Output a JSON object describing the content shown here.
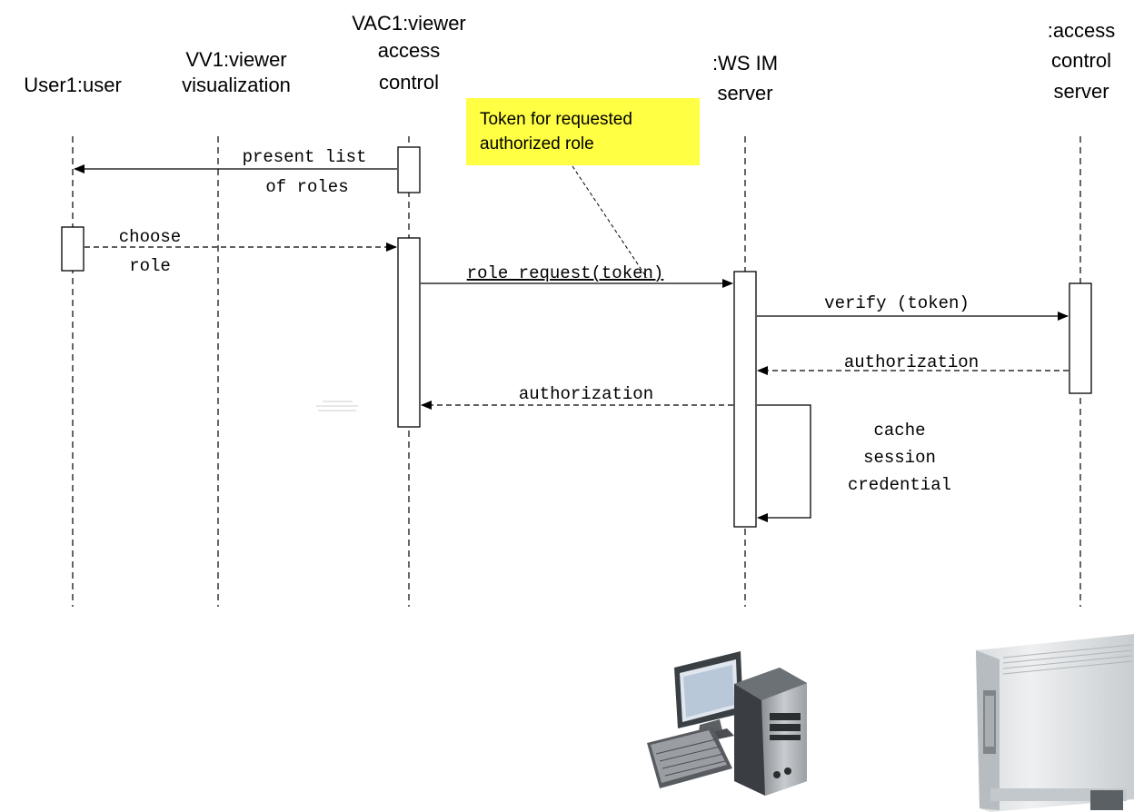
{
  "participants": {
    "user": {
      "lines": [
        "User1:user"
      ]
    },
    "visualization": {
      "lines": [
        "VV1:viewer",
        "visualization"
      ]
    },
    "access_control": {
      "lines": [
        "VAC1:viewer",
        "access",
        "control"
      ]
    },
    "ws_im_server": {
      "lines": [
        ":WS IM",
        "server"
      ]
    },
    "ac_server": {
      "lines": [
        ":access",
        "control",
        "server"
      ]
    }
  },
  "note": {
    "lines": [
      "Token for requested",
      "authorized role"
    ],
    "color": "#ffff44"
  },
  "messages": {
    "present_list": {
      "lines": [
        "present list",
        "of roles"
      ]
    },
    "choose_role": {
      "lines": [
        "choose",
        "role"
      ]
    },
    "role_request": {
      "label": "role request(token)"
    },
    "verify": {
      "label": "verify (token)"
    },
    "authorization_return": {
      "label": "authorization"
    },
    "authorization_reply": {
      "label": "authorization"
    },
    "cache_credential": {
      "lines": [
        "cache",
        "session",
        "credential"
      ]
    }
  },
  "icons": [
    "desktop-computer-icon",
    "server-tower-icon"
  ]
}
